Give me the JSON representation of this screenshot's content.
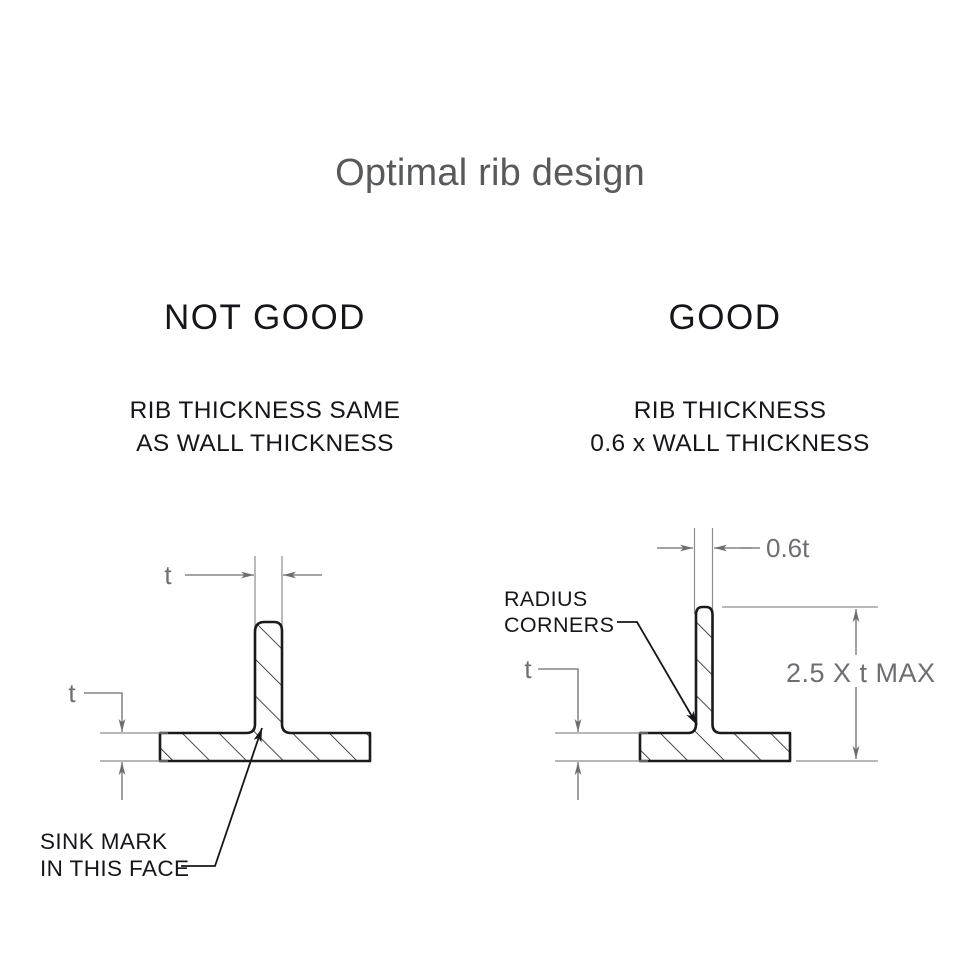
{
  "title": "Optimal rib design",
  "panels": {
    "left": {
      "verdict": "NOT GOOD",
      "caption_line1": "RIB THICKNESS SAME",
      "caption_line2": "AS WALL THICKNESS",
      "rib_width_label": "t",
      "wall_thickness_label": "t",
      "note_line1": "SINK MARK",
      "note_line2": "IN THIS FACE"
    },
    "right": {
      "verdict": "GOOD",
      "caption_line1": "RIB THICKNESS",
      "caption_line2": "0.6 x WALL THICKNESS",
      "rib_width_label": "0.6t",
      "wall_thickness_label": "t",
      "height_label": "2.5 X t MAX",
      "note_line1": "RADIUS",
      "note_line2": "CORNERS"
    }
  },
  "colors": {
    "title_gray": "#58595b",
    "text_black": "#16161a",
    "dimension_gray": "#6d6e71",
    "part_outline": "#1a1a1a",
    "hatch": "#1a1a1a",
    "background": "#ffffff"
  }
}
